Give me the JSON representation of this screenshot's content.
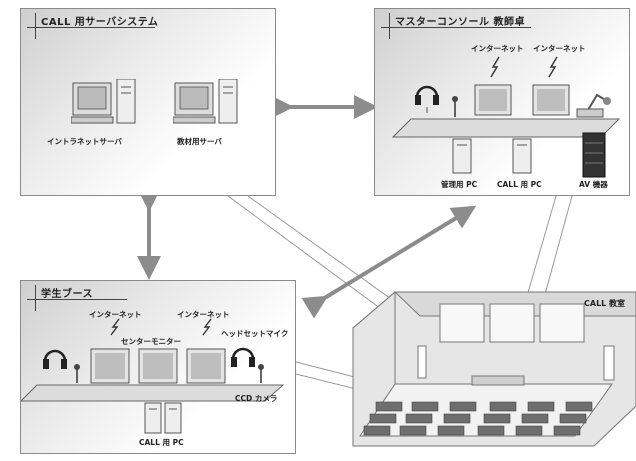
{
  "panels": {
    "server": {
      "title": "CALL 用サーバシステム",
      "intranet_server": "イントラネットサーバ",
      "material_server": "教材用サーバ"
    },
    "master": {
      "title": "マスターコンソール 教師卓",
      "internet_1": "インターネット",
      "internet_2": "インターネット",
      "admin_pc": "管理用 PC",
      "call_pc": "CALL 用 PC",
      "av_equipment": "AV 機器"
    },
    "student": {
      "title": "学生ブース",
      "internet_1": "インターネット",
      "internet_2": "インターネット",
      "center_monitor": "センターモニター",
      "headset_mic": "ヘッドセットマイク",
      "ccd_camera": "CCD カメラ",
      "call_pc": "CALL 用 PC"
    }
  },
  "classroom": {
    "label": "CALL 教室"
  },
  "colors": {
    "arrow": "#8c8c8c",
    "panel_border": "#8a8a8a",
    "line": "#777777"
  }
}
